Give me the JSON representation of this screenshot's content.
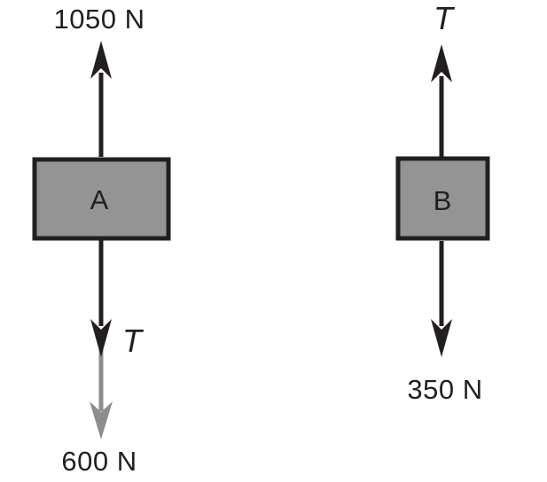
{
  "figure": {
    "colors": {
      "background": "#ffffff",
      "ink": "#231f20",
      "gray_arrow": "#8d8d8d",
      "block_fill": "#949494"
    },
    "left_diagram": {
      "block_label": "A",
      "up_force_label": "1050 N",
      "tension_label": "T",
      "down_force_label": "600 N"
    },
    "right_diagram": {
      "block_label": "B",
      "tension_label": "T",
      "down_force_label": "350 N"
    }
  }
}
